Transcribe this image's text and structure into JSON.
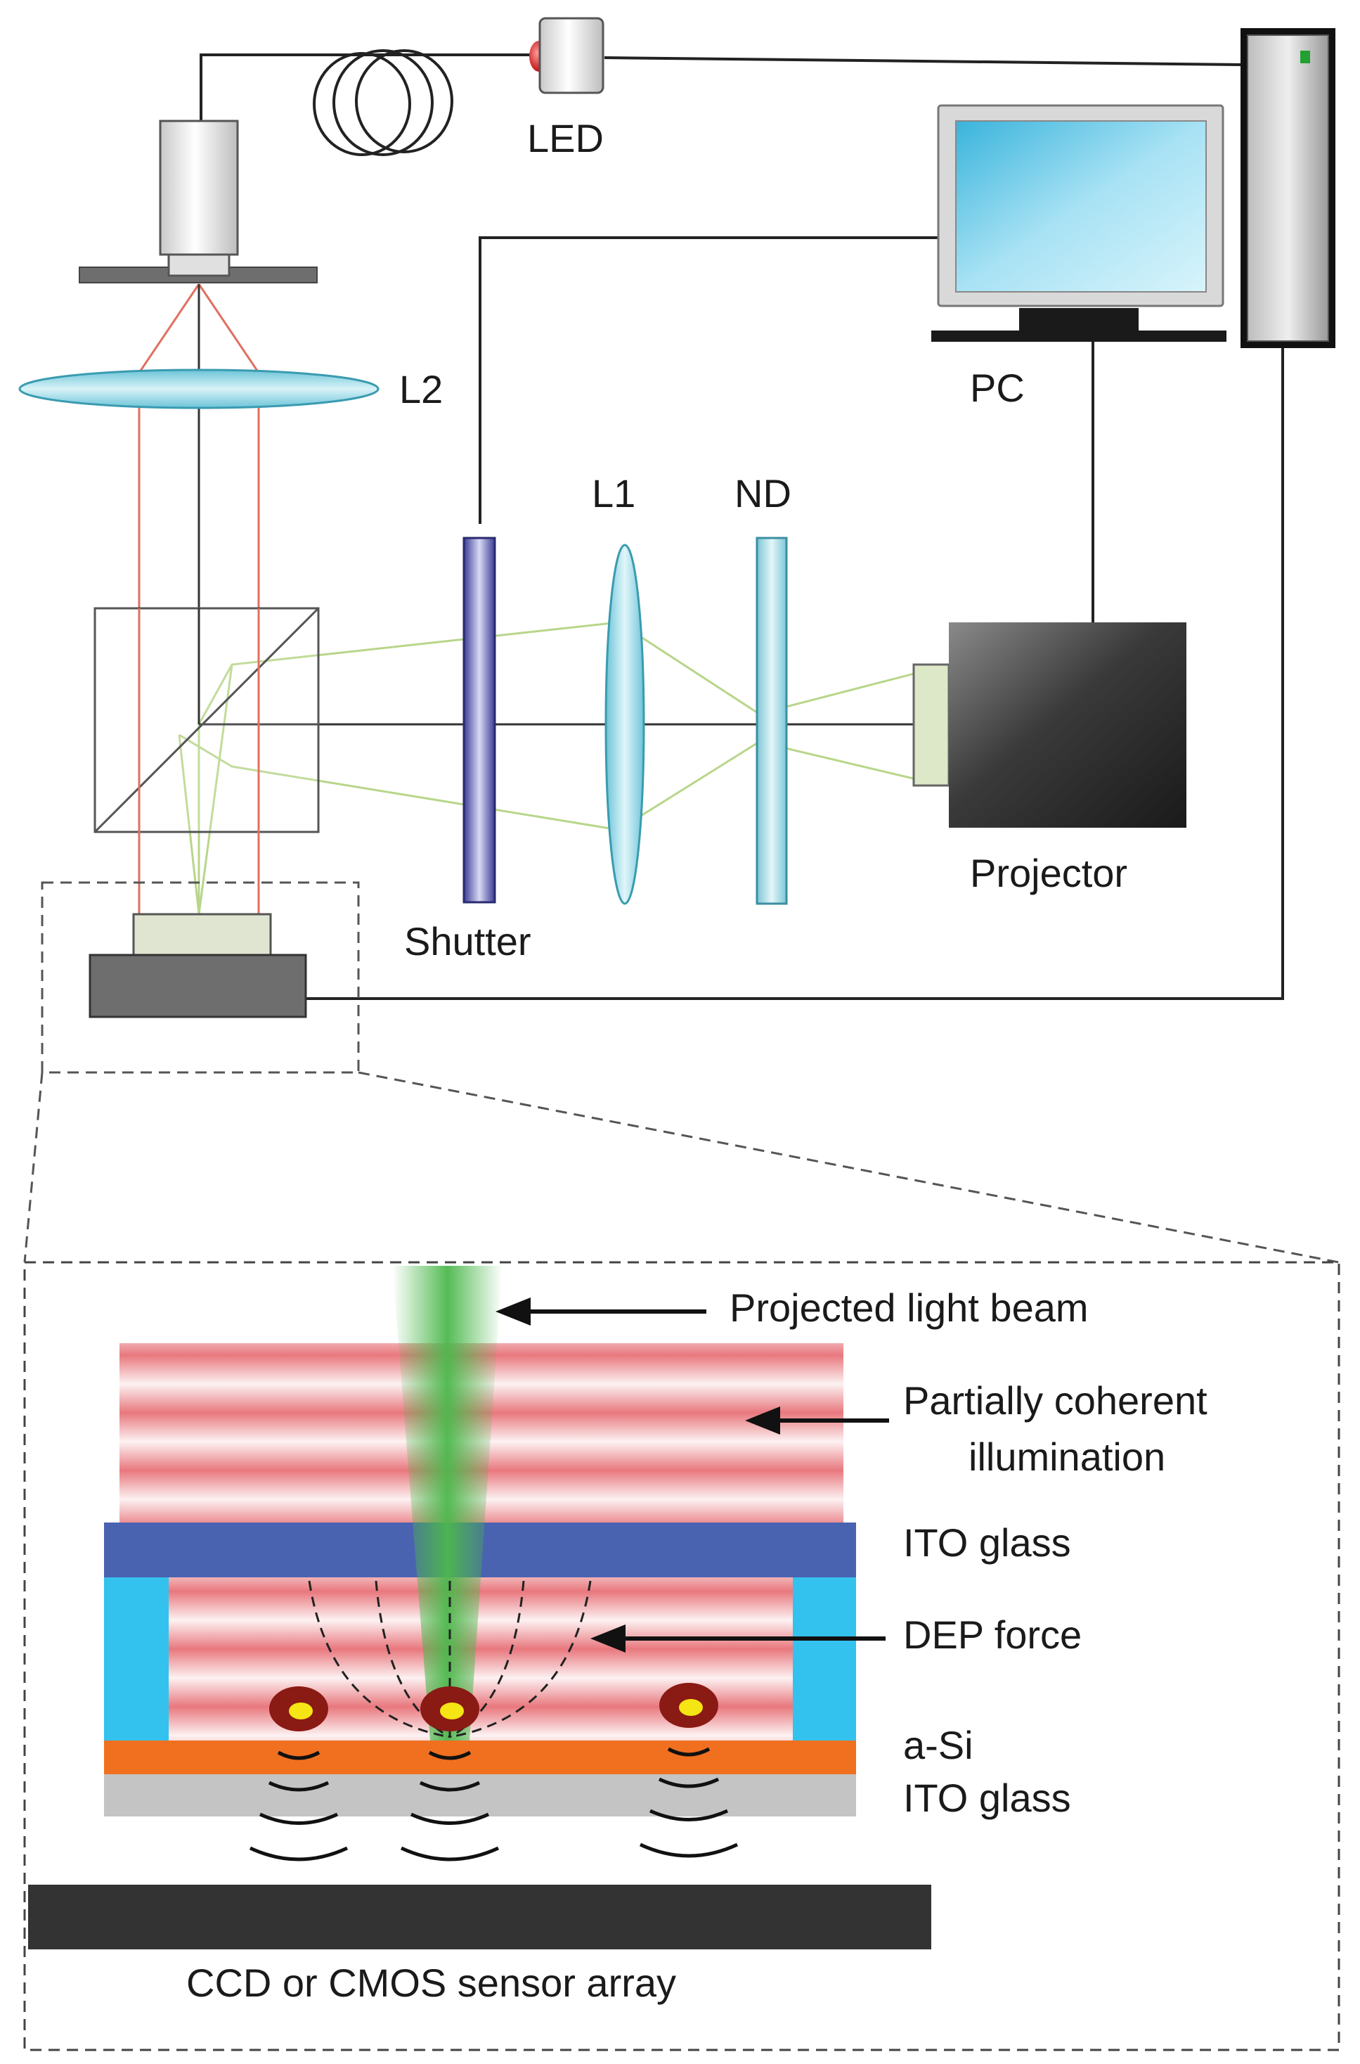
{
  "labels": {
    "led": "LED",
    "pc": "PC",
    "l2": "L2",
    "l1": "L1",
    "nd": "ND",
    "projector": "Projector",
    "shutter": "Shutter",
    "projected_beam": "Projected light beam",
    "partial_line1": "Partially coherent",
    "partial_line2": "illumination",
    "ito_top": "ITO glass",
    "dep_force": "DEP force",
    "asi": "a-Si",
    "ito_bottom": "ITO glass",
    "sensor": "CCD or CMOS sensor array"
  },
  "colors": {
    "ray_red": "#e0705f",
    "ray_green": "#b8d68a",
    "lens_fill": "#8fd3e0",
    "shutter_fill": "#4a4aa0",
    "ito_top_fill": "#4a63b0",
    "spacer_fill": "#33c2ee",
    "asi_fill": "#f07020",
    "ito_bottom_fill": "#c4c4c4",
    "sensor_fill": "#333333",
    "particle_outer": "#8a1a14",
    "particle_inner": "#f5e514",
    "beam_green": "#4cb84c",
    "fringe_red": "#e8787e"
  },
  "icons": [
    "monitor-icon",
    "computer-tower-icon",
    "projector-icon",
    "led-icon",
    "fiber-coil-icon",
    "camera-icon",
    "beam-splitter-icon"
  ]
}
